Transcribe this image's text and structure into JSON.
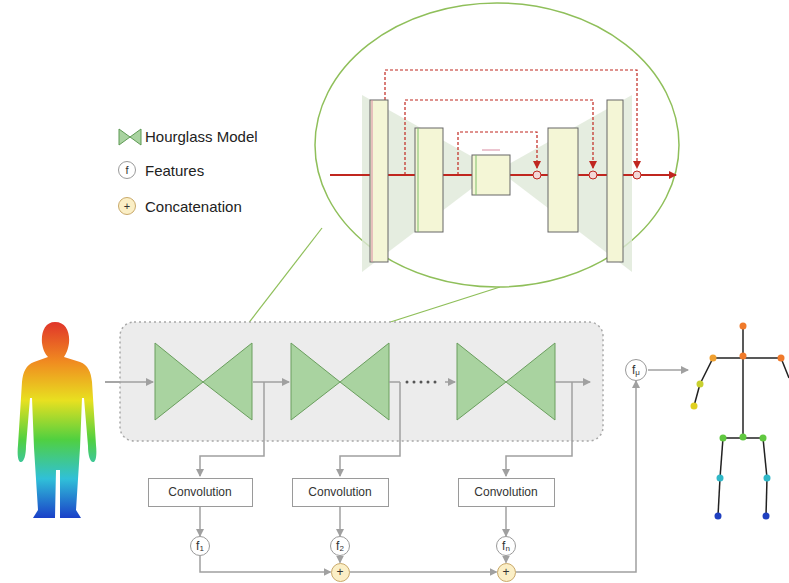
{
  "diagram": {
    "nodes": [
      {
        "text": [
          "f",
          "μ"
        ]
      },
      {
        "text": [
          "Convolution"
        ]
      },
      {
        "text": [
          "Convolution"
        ]
      },
      {
        "text": [
          "Convolution"
        ]
      },
      {
        "text": [
          "f",
          "1"
        ]
      },
      {
        "text": [
          "f",
          "2"
        ]
      },
      {
        "text": [
          "f",
          "n"
        ]
      },
      {
        "text": [
          "+"
        ]
      },
      {
        "text": [
          "+"
        ]
      }
    ],
    "edges": [
      {
        "from": 1,
        "to": 4,
        "arrow": "to"
      },
      {
        "from": 2,
        "to": 5,
        "arrow": "to"
      },
      {
        "from": 3,
        "to": 6,
        "arrow": "to"
      },
      {
        "from": 4,
        "to": 7,
        "arrow": "to"
      },
      {
        "from": 5,
        "to": 7,
        "arrow": "to"
      },
      {
        "from": 7,
        "to": 8,
        "arrow": "to"
      },
      {
        "from": 6,
        "to": 8,
        "arrow": "to"
      },
      {
        "from": 8,
        "to": 0,
        "arrow": "to"
      }
    ],
    "labels": [
      "f",
      "+"
    ],
    "legend": [
      {
        "text": "Hourglass Model"
      },
      {
        "text": "Features"
      },
      {
        "text": "Concatenation"
      }
    ]
  }
}
